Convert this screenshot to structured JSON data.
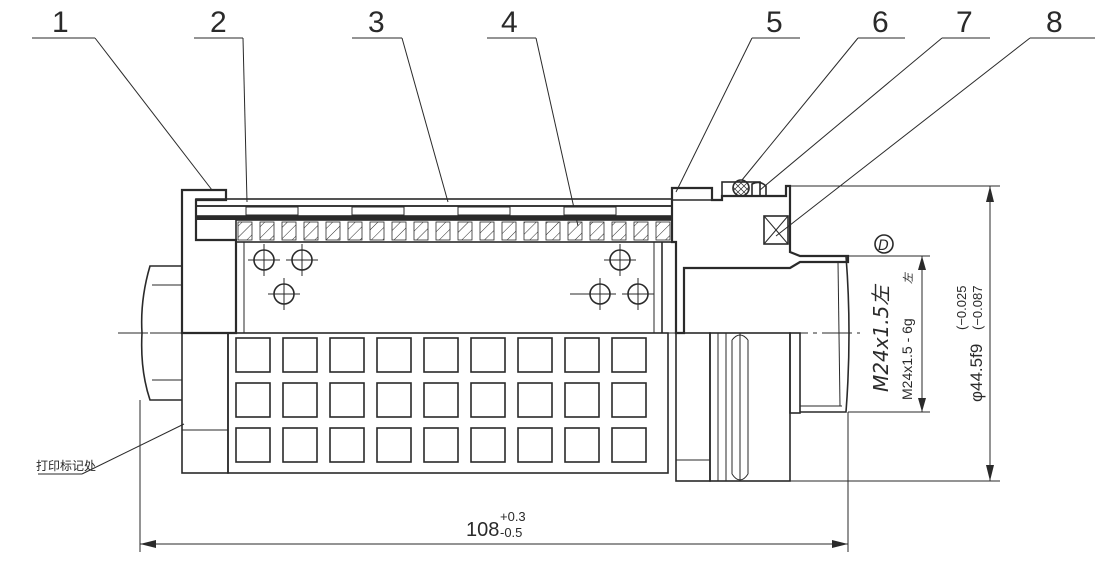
{
  "callouts": [
    "1",
    "2",
    "3",
    "4",
    "5",
    "6",
    "7",
    "8"
  ],
  "dimensions": {
    "length_nominal": "108",
    "length_upper_tol": "+0.3",
    "length_lower_tol": "-0.5",
    "diameter": "φ44.5f9",
    "diameter_upper_tol": "(−0.025",
    "diameter_lower_tol": "(−0.087",
    "thread_handwritten": "M24x1.5左",
    "thread_revision_mark": "D",
    "thread_printed": "M24x1.5 - 6g",
    "thread_printed_tail": "左"
  },
  "notes": {
    "marking_location": "打印标记处"
  }
}
